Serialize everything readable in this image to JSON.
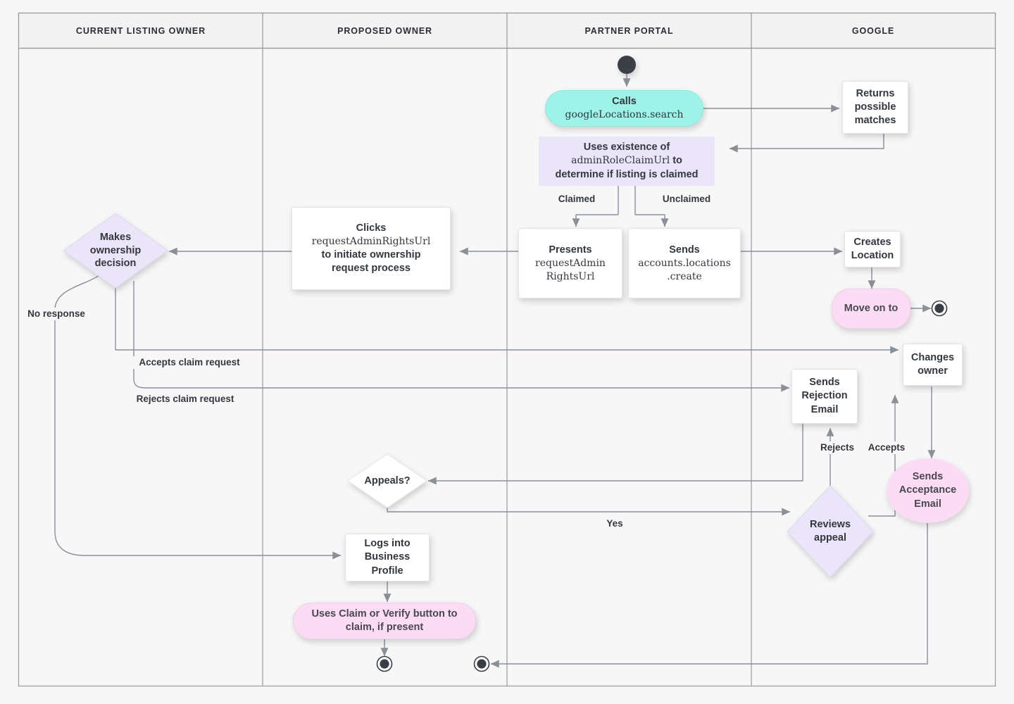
{
  "diagram": {
    "title": "Google Business Profile listing ownership transfer flow",
    "background": "#f7f7f7",
    "colors": {
      "cyan": "#9df3e8",
      "lavender": "#eae5f8",
      "pink": "#fbdcf4",
      "white": "#ffffff",
      "stroke": "#8a8f98",
      "text": "#33373f",
      "lane_header_bg": "#f2f2f2",
      "lane_border": "#9a9a9a"
    },
    "lanes": [
      {
        "id": "current-listing-owner",
        "label": "CURRENT LISTING OWNER"
      },
      {
        "id": "proposed-owner",
        "label": "PROPOSED OWNER"
      },
      {
        "id": "partner-portal",
        "label": "PARTNER PORTAL"
      },
      {
        "id": "google",
        "label": "GOOGLE"
      }
    ],
    "nodes": [
      {
        "id": "start",
        "shape": "start-node",
        "lane": "partner-portal",
        "label": ""
      },
      {
        "id": "calls-google-locations-search",
        "shape": "rounded",
        "lane": "partner-portal",
        "color": "cyan",
        "line1": "Calls",
        "line2": "googleLocations.search"
      },
      {
        "id": "returns-possible-matches",
        "shape": "box",
        "lane": "google",
        "color": "white",
        "label": "Returns possible matches"
      },
      {
        "id": "uses-existence-of-admin-role-claim-url",
        "shape": "box",
        "lane": "partner-portal",
        "color": "lavender",
        "line1": "Uses existence of",
        "line2": "adminRoleClaimUrl",
        "line2b": " to",
        "line3": "determine if listing is claimed"
      },
      {
        "id": "presents-request-admin-rights-url",
        "shape": "box",
        "lane": "partner-portal",
        "color": "white",
        "line1": "Presents",
        "line2": "requestAdmin",
        "line3": "RightsUrl"
      },
      {
        "id": "sends-accounts-locations-create",
        "shape": "box",
        "lane": "partner-portal",
        "color": "white",
        "line1": "Sends",
        "line2": "accounts.locations",
        "line3": ".create"
      },
      {
        "id": "creates-location",
        "shape": "box",
        "lane": "google",
        "color": "white",
        "label": "Creates Location"
      },
      {
        "id": "move-on-to",
        "shape": "rounded",
        "lane": "google",
        "color": "pink",
        "label": "Move on to"
      },
      {
        "id": "end-google",
        "shape": "end-node",
        "lane": "google",
        "label": ""
      },
      {
        "id": "clicks-request-admin-rights-url",
        "shape": "box",
        "lane": "proposed-owner",
        "color": "white",
        "line1": "Clicks",
        "line2": "requestAdminRightsUrl",
        "line3": "to initiate ownership",
        "line4": "request process"
      },
      {
        "id": "makes-ownership-decision",
        "shape": "diamond",
        "lane": "current-listing-owner",
        "color": "lavender",
        "label": "Makes ownership decision"
      },
      {
        "id": "changes-owner",
        "shape": "box",
        "lane": "google",
        "color": "white",
        "label": "Changes owner"
      },
      {
        "id": "sends-rejection-email",
        "shape": "box",
        "lane": "google",
        "color": "white",
        "label": "Sends Rejection Email"
      },
      {
        "id": "sends-acceptance-email",
        "shape": "ellipse",
        "lane": "google",
        "color": "pink",
        "label": "Sends Acceptance Email"
      },
      {
        "id": "appeals",
        "shape": "diamond",
        "lane": "proposed-owner",
        "color": "white",
        "label": "Appeals?"
      },
      {
        "id": "reviews-appeal",
        "shape": "diamond",
        "lane": "google",
        "color": "lavender",
        "label": "Reviews appeal"
      },
      {
        "id": "logs-into-business-profile",
        "shape": "box",
        "lane": "proposed-owner",
        "color": "white",
        "label": "Logs into Business Profile"
      },
      {
        "id": "uses-claim-or-verify-button",
        "shape": "rounded",
        "lane": "proposed-owner",
        "color": "pink",
        "label": "Uses Claim or Verify button to claim, if present"
      },
      {
        "id": "end-proposed-owner",
        "shape": "end-node",
        "lane": "proposed-owner",
        "label": ""
      },
      {
        "id": "end-partner-portal",
        "shape": "end-node",
        "lane": "partner-portal",
        "label": ""
      }
    ],
    "edge_labels": {
      "claimed": "Claimed",
      "unclaimed": "Unclaimed",
      "no_response": "No response",
      "accepts_claim_request": "Accepts claim request",
      "rejects_claim_request": "Rejects claim request",
      "rejects": "Rejects",
      "accepts": "Accepts",
      "yes": "Yes"
    },
    "node_text": {
      "calls_l1": "Calls",
      "calls_l2": "googleLocations.search",
      "returns_possible_matches": "Returns possible matches",
      "uses_l1": "Uses existence of",
      "uses_l2": "adminRoleClaimUrl",
      "uses_l2b": "to",
      "uses_l3": "determine if listing is claimed",
      "presents_l1": "Presents",
      "presents_l2": "requestAdmin",
      "presents_l3": "RightsUrl",
      "sends_l1": "Sends",
      "sends_l2": "accounts.locations",
      "sends_l3": ".create",
      "creates_location": "Creates Location",
      "move_on_to": "Move on to",
      "clicks_l1": "Clicks",
      "clicks_l2": "requestAdminRightsUrl",
      "clicks_l3": "to initiate ownership",
      "clicks_l4": "request process",
      "makes_ownership_decision": "Makes ownership decision",
      "changes_owner": "Changes owner",
      "sends_rejection_email": "Sends Rejection Email",
      "sends_acceptance_email": "Sends Acceptance Email",
      "appeals": "Appeals?",
      "reviews_appeal": "Reviews appeal",
      "logs_into_business_profile": "Logs into Business Profile",
      "uses_claim_or_verify": "Uses Claim or Verify button to claim, if present"
    }
  }
}
